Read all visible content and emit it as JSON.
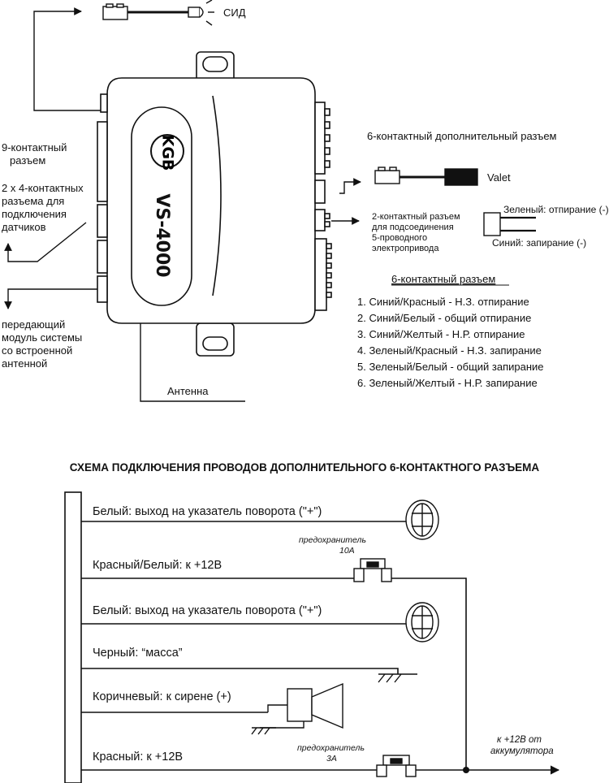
{
  "top": {
    "led_label": "СИД",
    "nine_pin_label": [
      "9-контактный",
      "разъем"
    ],
    "sensor_label": [
      "2 х 4-контактных",
      "разъема для",
      "подключения",
      "датчиков"
    ],
    "transmitter_label": [
      "передающий",
      "модуль системы",
      "со встроенной",
      "антенной"
    ],
    "antenna_label": "Антенна",
    "brand_logo": "KGB",
    "model_label": "VS-4000",
    "aux_six_pin_label": "6-контактный дополнительный разъем",
    "valet_label": "Valet",
    "two_pin_label": [
      "2-контактный разъем",
      "для подсоединения",
      "5-проводного",
      "электропривода"
    ],
    "green_label": "Зеленый: отпирание (-)",
    "blue_label": "Синий: запирание (-)",
    "six_pin_title": "6-контактный разъем",
    "six_pin_items": [
      "1. Синий/Красный - Н.З. отпирание",
      "2. Синий/Белый - общий отпирание",
      "3. Синий/Желтый - Н.Р. отпирание",
      "4. Зеленый/Красный - Н.З. запирание",
      "5. Зеленый/Белый - общий запирание",
      "6. Зеленый/Желтый - Н.Р. запирание"
    ]
  },
  "bottom": {
    "title": "СХЕМА ПОДКЛЮЧЕНИЯ ПРОВОДОВ ДОПОЛНИТЕЛЬНОГО 6-КОНТАКТНОГО РАЗЪЕМА",
    "wires": [
      "Белый: выход на указатель поворота (\"+\")",
      "Красный/Белый: к +12В",
      "Белый: выход на указатель поворота (\"+\")",
      "Черный: “масса”",
      "Коричневый: к сирене (+)",
      "Красный: к +12В"
    ],
    "fuse1_label": [
      "предохранитель",
      "10А"
    ],
    "fuse2_label": [
      "предохранитель",
      "3А"
    ],
    "battery_label": [
      "к +12В от",
      "аккумулятора"
    ]
  }
}
